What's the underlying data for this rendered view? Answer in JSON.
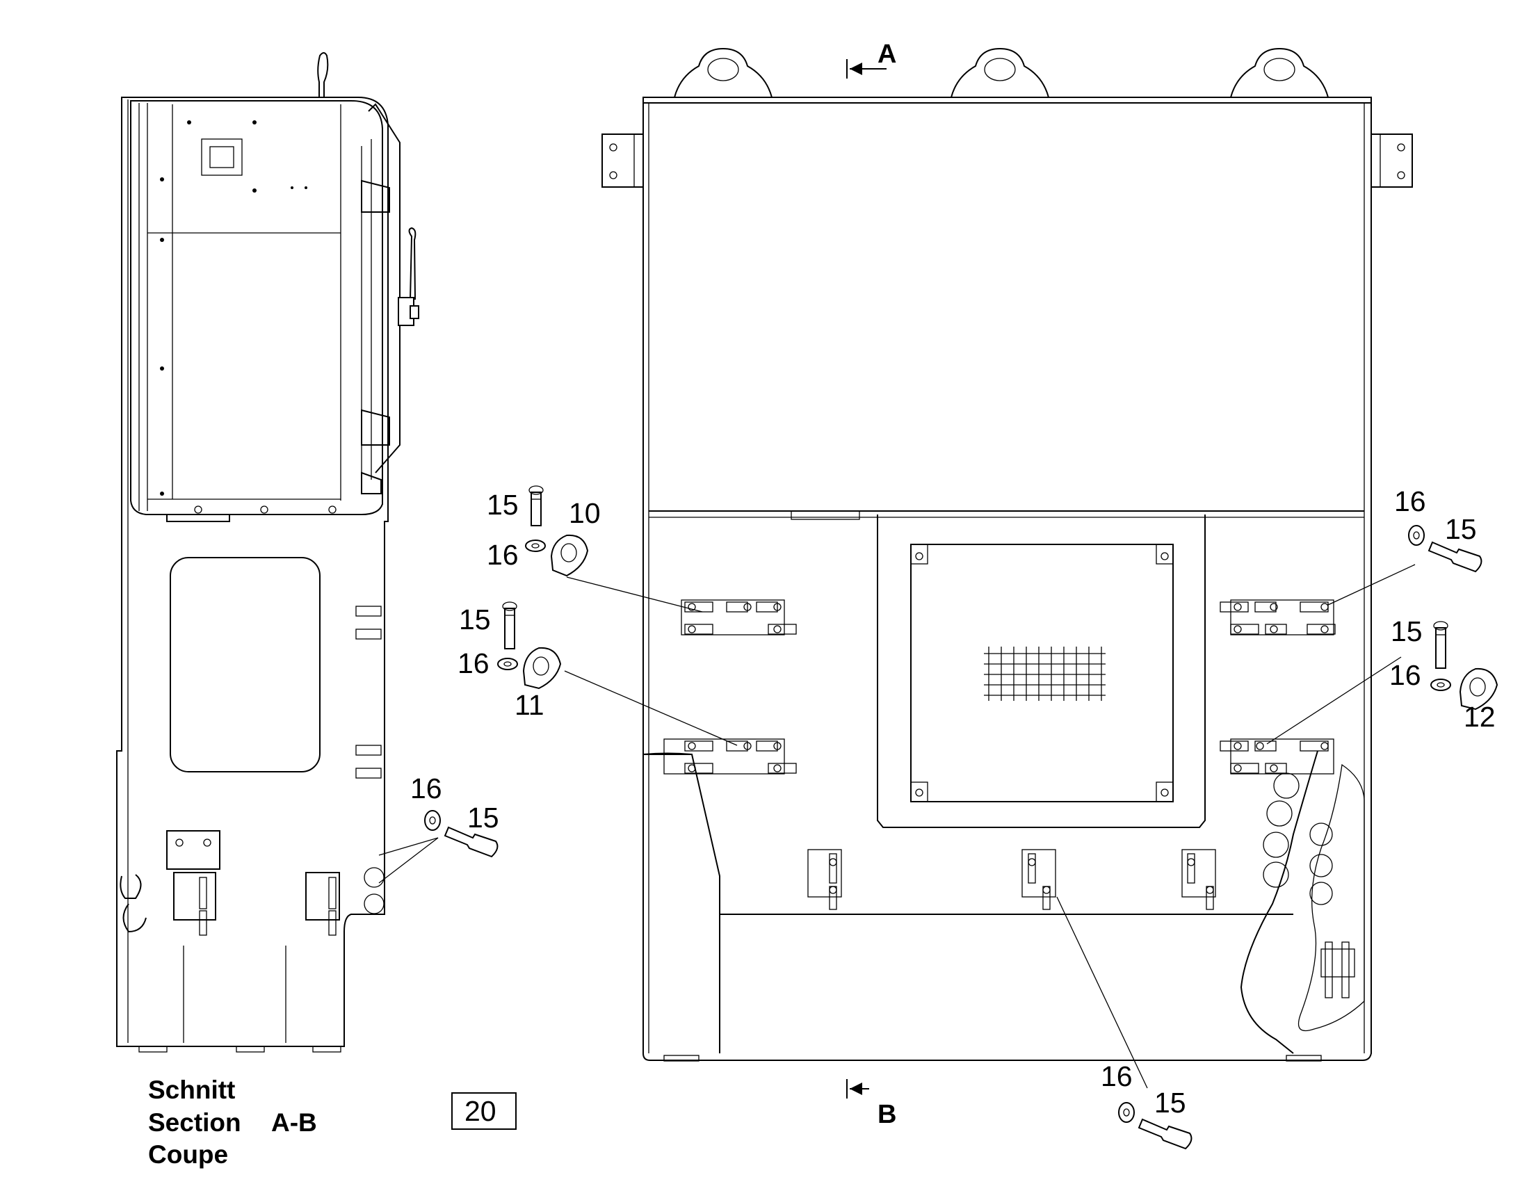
{
  "section": {
    "line_de": "Schnitt",
    "line_en": "Section",
    "line_fr": "Coupe",
    "cut_label": "A-B"
  },
  "view_markers": {
    "top": "A",
    "bottom": "B"
  },
  "figure_number": "20",
  "callouts": {
    "c10": "10",
    "c11": "11",
    "c12": "12",
    "c15_a": "15",
    "c16_a": "16",
    "c15_b": "15",
    "c16_b": "16",
    "c16_c": "16",
    "c15_c": "15",
    "c15_d": "15",
    "c16_d": "16",
    "c16_e": "16",
    "c15_e": "15",
    "c16_f": "16",
    "c15_f": "15"
  }
}
